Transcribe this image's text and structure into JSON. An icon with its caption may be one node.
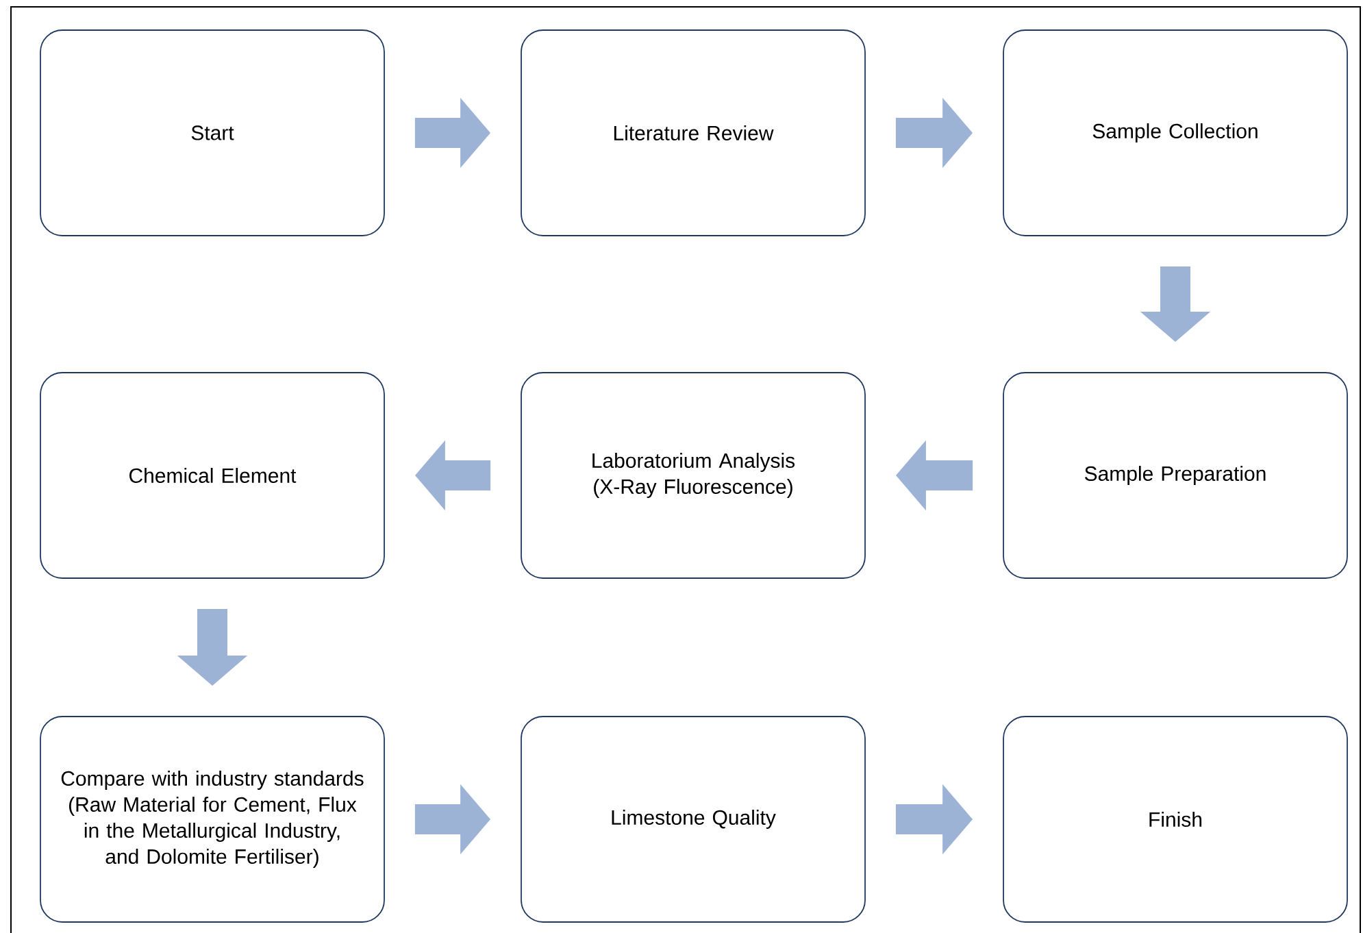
{
  "diagram": {
    "nodes": [
      {
        "text": [
          "Start"
        ]
      },
      {
        "text": [
          "Literature Review"
        ]
      },
      {
        "text": [
          "Sample Collection"
        ]
      },
      {
        "text": [
          "Chemical Element"
        ]
      },
      {
        "text": [
          "Laboratorium Analysis (X-Ray Fluorescence)"
        ]
      },
      {
        "text": [
          "Sample Preparation"
        ]
      },
      {
        "text": [
          "Compare with industry standards (Raw Material for Cement, Flux in the Metallurgical Industry, and Dolomite Fertiliser)"
        ]
      },
      {
        "text": [
          "Limestone Quality"
        ]
      },
      {
        "text": [
          "Finish"
        ]
      }
    ],
    "edges": [
      {
        "from": 0,
        "to": 1,
        "arrow": "to"
      },
      {
        "from": 1,
        "to": 2,
        "arrow": "to"
      },
      {
        "from": 2,
        "to": 5,
        "arrow": "to"
      },
      {
        "from": 5,
        "to": 4,
        "arrow": "to"
      },
      {
        "from": 4,
        "to": 3,
        "arrow": "to"
      },
      {
        "from": 3,
        "to": 6,
        "arrow": "to"
      },
      {
        "from": 6,
        "to": 7,
        "arrow": "to"
      },
      {
        "from": 7,
        "to": 8,
        "arrow": "to"
      }
    ]
  }
}
